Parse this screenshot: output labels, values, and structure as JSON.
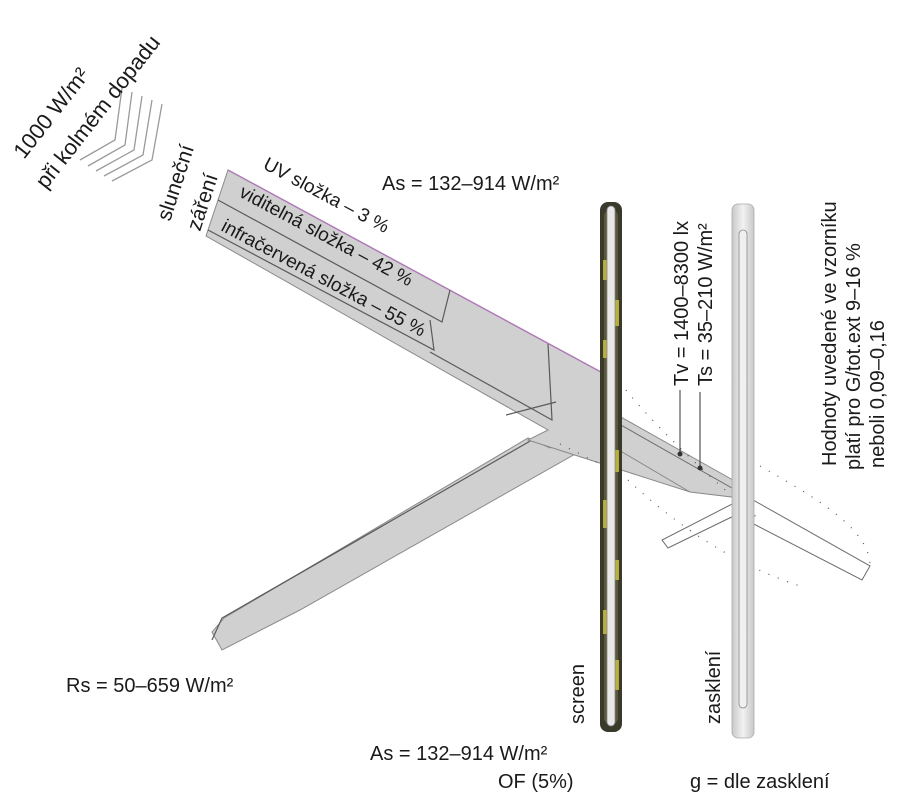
{
  "incident": {
    "line1": "1000 W/m²",
    "line2": "při kolmém dopadu"
  },
  "source": {
    "line1": "sluneční",
    "line2": "záření"
  },
  "components": [
    {
      "label": "UV složka – 3 %"
    },
    {
      "label": "viditelná složka – 42 %"
    },
    {
      "label": "infračervená složka – 55 %"
    }
  ],
  "absorbed_screen": "As = 132–914 W/m²",
  "transmitted": {
    "tv": "Tv = 1400–8300 lx",
    "ts": "Ts = 35–210 W/m²"
  },
  "note": {
    "line1": "Hodnoty uvedené ve vzorníku",
    "line2": "platí pro G/tot.ext 9–16 %",
    "line3": "neboli 0,09–0,16"
  },
  "reflected": "Rs = 50–659 W/m²",
  "screen_label": "screen",
  "glazing_label": "zasklení",
  "bottom_as": "As = 132–914 W/m²",
  "openness_factor": "OF (5%)",
  "g_value": "g = dle zasklení",
  "colors": {
    "beam": "#d0d0d0",
    "screen_fabric": "#3a3a2a",
    "screen_yellow": "#c8c040",
    "glass": "#d8d8d8",
    "uv_line": "#b07ab8"
  }
}
